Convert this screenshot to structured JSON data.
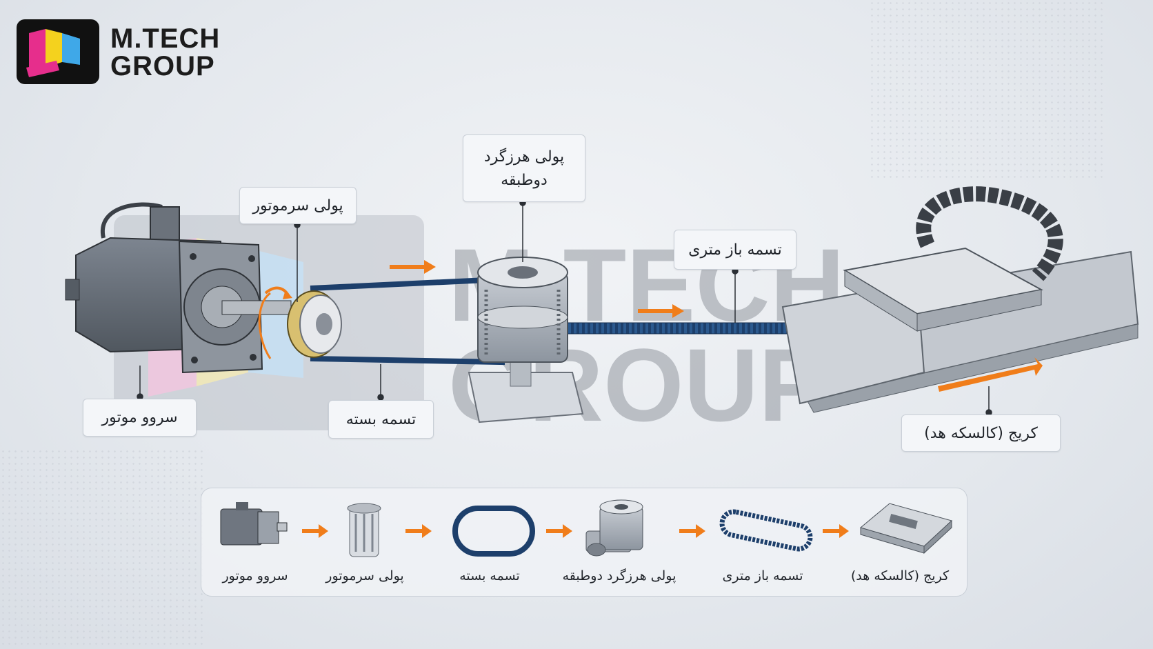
{
  "brand": {
    "name_line1": "M.TECH",
    "name_line2": "GROUP"
  },
  "labels": {
    "servo_motor": "سروو موتور",
    "servo_pulley": "پولی سرموتور",
    "idler_pulley_line1": "پولی هرزگرد",
    "idler_pulley_line2": "دوطبقه",
    "closed_belt": "تسمه بسته",
    "open_belt": "تسمه باز متری",
    "carriage": "کریج (کالسکه هد)"
  },
  "flow": {
    "steps": [
      {
        "icon": "servo-motor-icon",
        "label": "سروو موتور"
      },
      {
        "icon": "servo-pulley-icon",
        "label": "پولی سرموتور"
      },
      {
        "icon": "closed-belt-icon",
        "label": "تسمه بسته"
      },
      {
        "icon": "idler-pulley-icon",
        "label": "پولی هرزگرد دوطبقه"
      },
      {
        "icon": "open-belt-icon",
        "label": "تسمه باز متری"
      },
      {
        "icon": "carriage-icon",
        "label": "کریج (کالسکه هد)"
      }
    ]
  },
  "colors": {
    "arrow": "#f07d1a",
    "belt": "#1d3f6b",
    "metal": "#9aa3ad"
  }
}
